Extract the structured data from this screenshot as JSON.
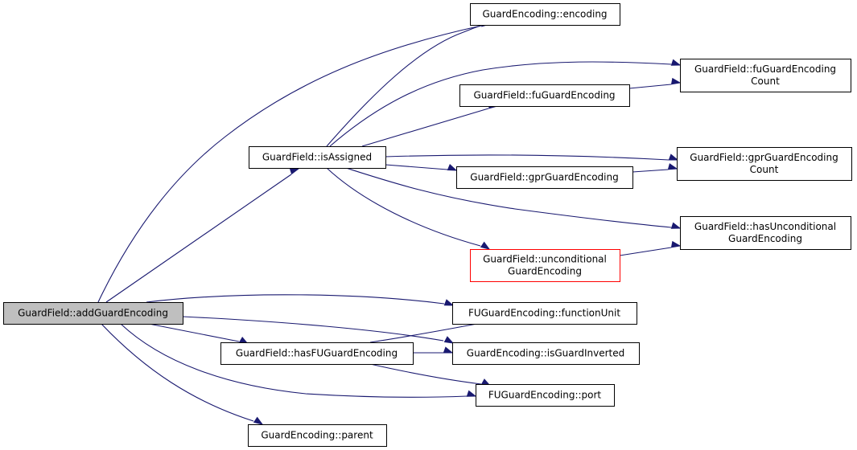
{
  "diagram": {
    "type": "call-graph",
    "edge_color": "#191970",
    "highlight_border_color": "#ff0000",
    "root_fill": "#bfbfbf",
    "nodes": [
      {
        "id": "addGuardEncoding",
        "lines": [
          "GuardField::addGuardEncoding"
        ],
        "style": "root"
      },
      {
        "id": "isAssigned",
        "lines": [
          "GuardField::isAssigned"
        ],
        "style": "normal"
      },
      {
        "id": "encoding",
        "lines": [
          "GuardEncoding::encoding"
        ],
        "style": "normal"
      },
      {
        "id": "fuGuardEncodingCount",
        "lines": [
          "GuardField::fuGuardEncoding",
          "Count"
        ],
        "style": "normal"
      },
      {
        "id": "fuGuardEncoding",
        "lines": [
          "GuardField::fuGuardEncoding"
        ],
        "style": "normal"
      },
      {
        "id": "gprGuardEncodingCount",
        "lines": [
          "GuardField::gprGuardEncoding",
          "Count"
        ],
        "style": "normal"
      },
      {
        "id": "gprGuardEncoding",
        "lines": [
          "GuardField::gprGuardEncoding"
        ],
        "style": "normal"
      },
      {
        "id": "hasUnconditional",
        "lines": [
          "GuardField::hasUnconditional",
          "GuardEncoding"
        ],
        "style": "normal"
      },
      {
        "id": "unconditional",
        "lines": [
          "GuardField::unconditional",
          "GuardEncoding"
        ],
        "style": "red"
      },
      {
        "id": "functionUnit",
        "lines": [
          "FUGuardEncoding::functionUnit"
        ],
        "style": "normal"
      },
      {
        "id": "hasFUGuardEncoding",
        "lines": [
          "GuardField::hasFUGuardEncoding"
        ],
        "style": "normal"
      },
      {
        "id": "isGuardInverted",
        "lines": [
          "GuardEncoding::isGuardInverted"
        ],
        "style": "normal"
      },
      {
        "id": "port",
        "lines": [
          "FUGuardEncoding::port"
        ],
        "style": "normal"
      },
      {
        "id": "parent",
        "lines": [
          "GuardEncoding::parent"
        ],
        "style": "normal"
      }
    ],
    "edges": [
      {
        "from": "addGuardEncoding",
        "to": "encoding"
      },
      {
        "from": "addGuardEncoding",
        "to": "isAssigned"
      },
      {
        "from": "addGuardEncoding",
        "to": "functionUnit"
      },
      {
        "from": "addGuardEncoding",
        "to": "isGuardInverted"
      },
      {
        "from": "addGuardEncoding",
        "to": "hasFUGuardEncoding"
      },
      {
        "from": "addGuardEncoding",
        "to": "port"
      },
      {
        "from": "addGuardEncoding",
        "to": "parent"
      },
      {
        "from": "isAssigned",
        "to": "encoding"
      },
      {
        "from": "isAssigned",
        "to": "fuGuardEncodingCount"
      },
      {
        "from": "isAssigned",
        "to": "fuGuardEncoding"
      },
      {
        "from": "isAssigned",
        "to": "gprGuardEncodingCount"
      },
      {
        "from": "isAssigned",
        "to": "gprGuardEncoding"
      },
      {
        "from": "isAssigned",
        "to": "hasUnconditional"
      },
      {
        "from": "isAssigned",
        "to": "unconditional"
      },
      {
        "from": "fuGuardEncoding",
        "to": "fuGuardEncodingCount"
      },
      {
        "from": "gprGuardEncoding",
        "to": "gprGuardEncodingCount"
      },
      {
        "from": "unconditional",
        "to": "hasUnconditional"
      },
      {
        "from": "hasFUGuardEncoding",
        "to": "functionUnit"
      },
      {
        "from": "hasFUGuardEncoding",
        "to": "isGuardInverted"
      },
      {
        "from": "hasFUGuardEncoding",
        "to": "port"
      }
    ]
  }
}
